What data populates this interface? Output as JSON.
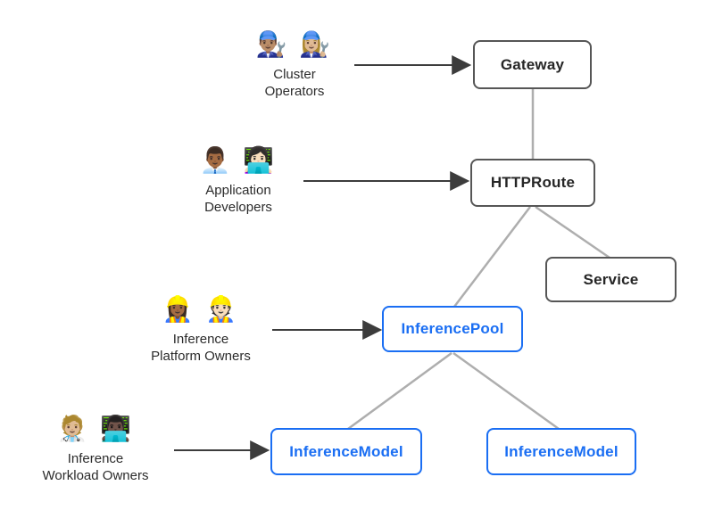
{
  "colors": {
    "background": "#ffffff",
    "resource_border_dark": "#565656",
    "resource_text_dark": "#262626",
    "inference_accent_blue": "#1a6ef3",
    "connector_gray": "#aeaeae",
    "arrow_dark": "#3c3c3c"
  },
  "nodes": {
    "gateway": {
      "label": "Gateway"
    },
    "httproute": {
      "label": "HTTPRoute"
    },
    "service": {
      "label": "Service"
    },
    "inference_pool": {
      "label": "InferencePool"
    },
    "inference_model_left": {
      "label": "InferenceModel"
    },
    "inference_model_right": {
      "label": "InferenceModel"
    }
  },
  "personas": {
    "cluster_operators": {
      "emojis": "👨🏽‍🔧 👩🏼‍🔧",
      "line1": "Cluster",
      "line2": "Operators"
    },
    "application_developers": {
      "emojis": "👨🏾‍💼 👩🏻‍💻",
      "line1": "Application",
      "line2": "Developers"
    },
    "inference_platform_owners": {
      "emojis": "👷🏾‍♀️ 👷🏻",
      "line1": "Inference",
      "line2": "Platform Owners"
    },
    "inference_workload_owners": {
      "emojis": "🧑🏼‍⚕️ 👨🏿‍💻",
      "line1": "Inference",
      "line2": "Workload Owners"
    }
  }
}
